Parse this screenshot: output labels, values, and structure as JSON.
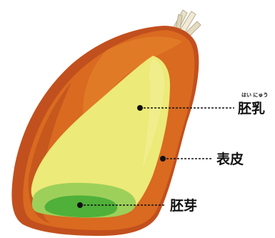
{
  "labels": {
    "endosperm": {
      "text": "胚乳",
      "ruby": "はい にゅう"
    },
    "seed_coat": {
      "text": "表皮"
    },
    "embryo": {
      "text": "胚芽"
    }
  },
  "colors": {
    "coat_outer": "#C2501E",
    "coat_main": "#D96A20",
    "coat_highlight": "#E8862E",
    "endosperm": "#ECEA78",
    "endosperm_light": "#F1EE8E",
    "embryo_outer": "#9DD05A",
    "embryo_inner": "#4FB03A",
    "leader": "#111111"
  }
}
